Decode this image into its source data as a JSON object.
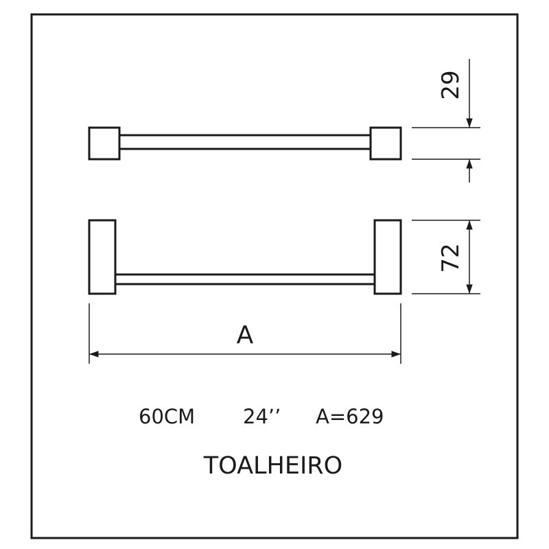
{
  "dimensions": {
    "depth_label": "29",
    "height_label": "72",
    "length_label": "A"
  },
  "specs": {
    "size_cm": "60CM",
    "size_in": "24’’",
    "a_value": "A=629"
  },
  "product_name": "TOALHEIRO"
}
